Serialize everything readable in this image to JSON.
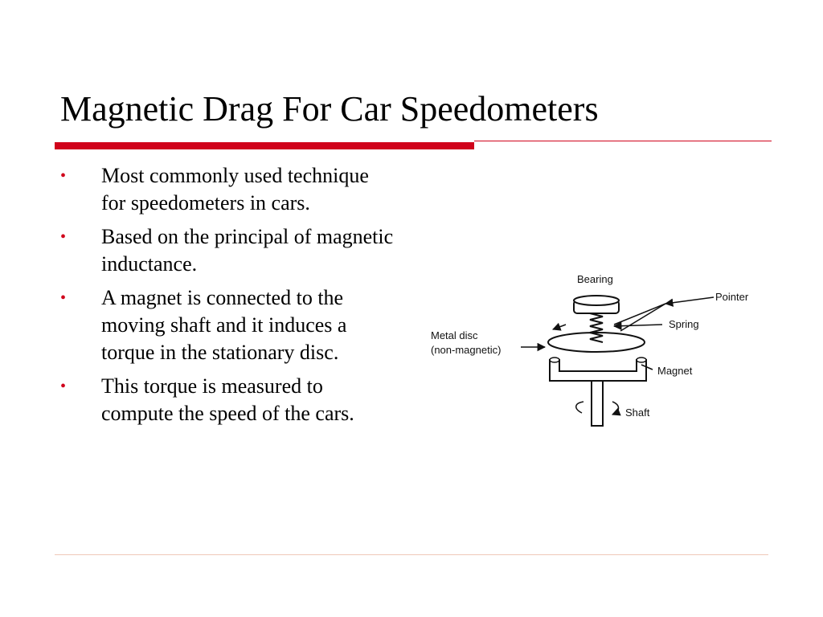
{
  "slide": {
    "title": "Magnetic Drag For Car Speedometers",
    "accent_color": "#d0021b",
    "bullet_glyph": "•",
    "bullets": [
      {
        "text": "Most commonly used technique for speedometers in cars."
      },
      {
        "text": "Based on the principal of magnetic inductance."
      },
      {
        "text": "A magnet is connected to the moving shaft and it induces a torque in the stationary disc."
      },
      {
        "text": "This torque is measured to compute the speed of the cars."
      }
    ]
  },
  "diagram": {
    "labels": {
      "bearing": "Bearing",
      "pointer": "Pointer",
      "spring": "Spring",
      "metal_disc_line1": "Metal disc",
      "metal_disc_line2": "(non-magnetic)",
      "magnet": "Magnet",
      "shaft": "Shaft"
    }
  }
}
